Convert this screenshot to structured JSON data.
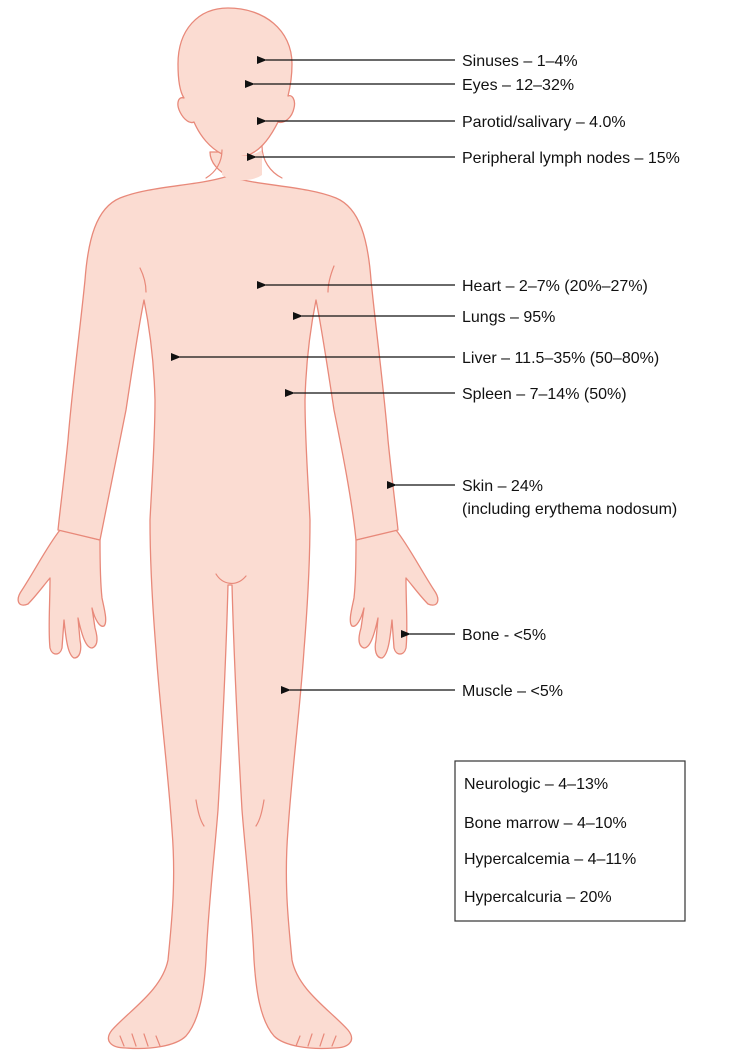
{
  "colors": {
    "skin_fill": "#fbdcd2",
    "skin_stroke": "#e8897a",
    "text": "#111111",
    "line": "#111111"
  },
  "figure": {
    "subject": "human-body-outline-anterior-view"
  },
  "labels": {
    "sinuses": "Sinuses – 1–4%",
    "eyes": "Eyes – 12–32%",
    "parotid": "Parotid/salivary – 4.0%",
    "lymph": "Peripheral lymph nodes – 15%",
    "heart": "Heart – 2–7% (20%–27%)",
    "lungs": "Lungs – 95%",
    "liver": "Liver – 11.5–35% (50–80%)",
    "spleen": "Spleen – 7–14% (50%)",
    "skin_line1": "Skin – 24%",
    "skin_line2": "(including erythema nodosum)",
    "bone": "Bone - <5%",
    "muscle": "Muscle – <5%"
  },
  "box": {
    "items": [
      "Neurologic – 4–13%",
      "Bone marrow – 4–10%",
      "Hypercalcemia – 4–11%",
      "Hypercalcuria – 20%"
    ]
  }
}
